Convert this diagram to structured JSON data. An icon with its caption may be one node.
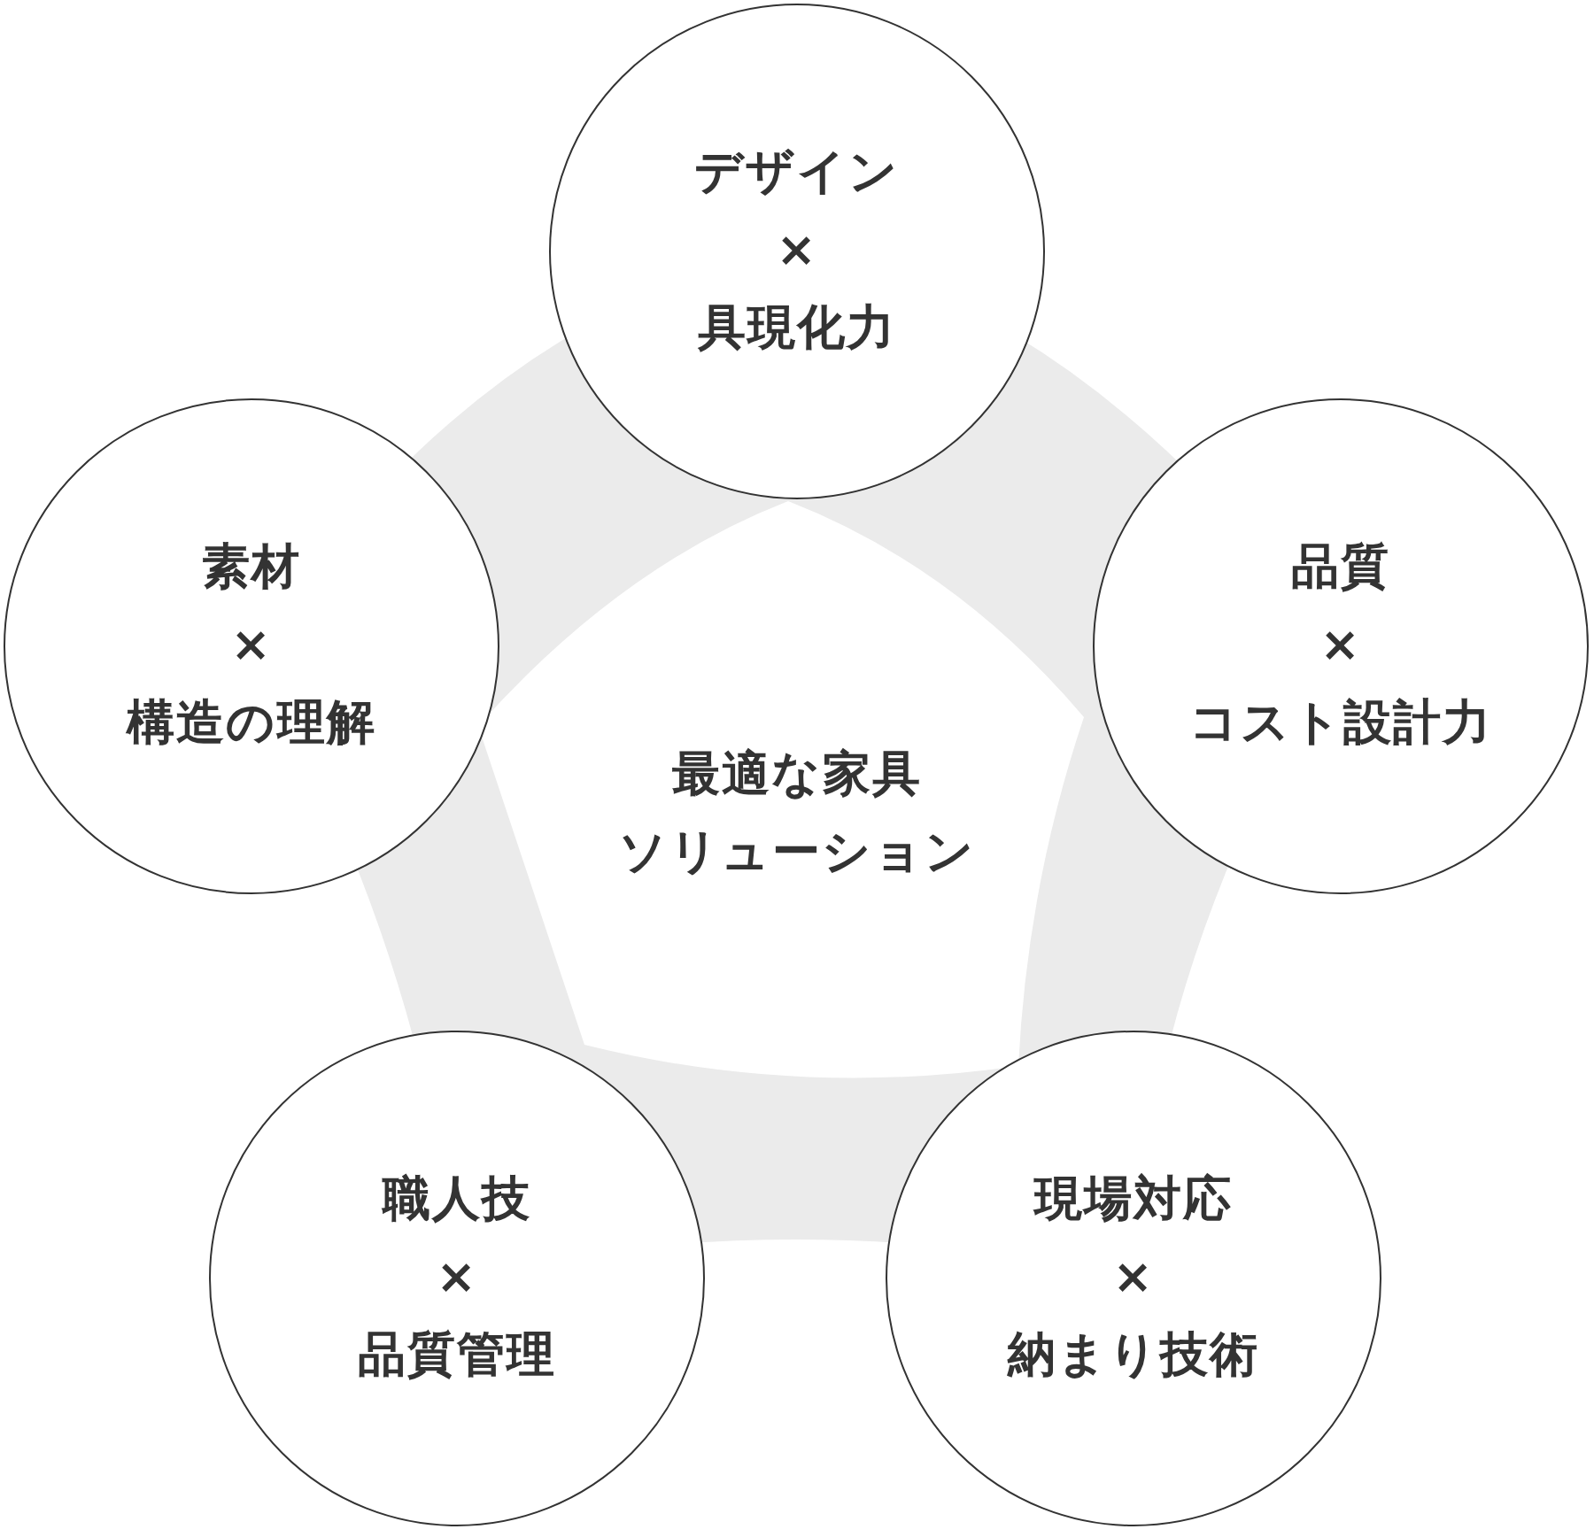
{
  "diagram": {
    "nodes": [
      {
        "text": [
          "デザイン",
          "×",
          "具現化力"
        ]
      },
      {
        "text": [
          "素材",
          "×",
          "構造の理解"
        ]
      },
      {
        "text": [
          "品質",
          "×",
          "コスト設計力"
        ]
      },
      {
        "text": [
          "最適な家具",
          "ソリューション"
        ]
      },
      {
        "text": [
          "職人技",
          "×",
          "品質管理"
        ]
      },
      {
        "text": [
          "現場対応",
          "×",
          "納まり技術"
        ]
      }
    ]
  }
}
